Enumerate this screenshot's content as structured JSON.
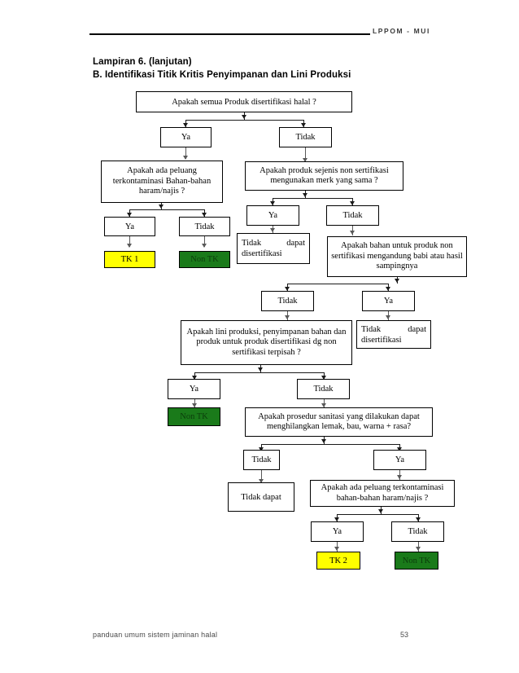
{
  "header": {
    "brand": "LPPOM - MUI"
  },
  "title": {
    "line1": "Lampiran 6. (lanjutan)",
    "line2": "B.  Identifikasi Titik Kritis Penyimpanan dan Lini Produksi"
  },
  "flow": {
    "q_root": "Apakah semua Produk disertifikasi halal ?",
    "n_root_ya": "Ya",
    "n_root_tidak": "Tidak",
    "q_left_kontaminasi": "Apakah ada peluang terkontaminasi Bahan-bahan haram/najis ?",
    "n_left_ya": "Ya",
    "n_left_tidak": "Tidak",
    "r_tk1": "TK 1",
    "r_nontk_1": "Non TK",
    "q_merk": "Apakah produk sejenis non sertifikasi mengunakan merk yang sama ?",
    "n_merk_ya": "Ya",
    "n_merk_tidak": "Tidak",
    "r_tidak_dapat_disertifikasi_1": "Tidak dapat disertifikasi",
    "q_babi": "Apakah bahan untuk produk non sertifikasi mengandung babi atau hasil sampingnya",
    "n_babi_tidak": "Tidak",
    "n_babi_ya": "Ya",
    "r_tidak_dapat_disertifikasi_2": "Tidak dapat disertifikasi",
    "q_lini": "Apakah lini produksi, penyimpanan bahan dan produk untuk produk disertifikasi dg non sertifikasi terpisah ?",
    "n_lini_ya": "Ya",
    "n_lini_tidak": "Tidak",
    "r_nontk_2": "Non TK",
    "q_sanitasi": "Apakah prosedur sanitasi yang dilakukan dapat menghilangkan lemak, bau, warna + rasa?",
    "n_sanitasi_tidak": "Tidak",
    "n_sanitasi_ya": "Ya",
    "r_tidak_dapat": "Tidak dapat",
    "q_kontaminasi2": "Apakah ada peluang terkontaminasi bahan-bahan haram/najis ?",
    "n_k2_ya": "Ya",
    "n_k2_tidak": "Tidak",
    "r_tk2": "TK 2",
    "r_nontk_3": "Non TK"
  },
  "footer": {
    "text": "panduan umum sistem jaminan halal",
    "page": "53"
  },
  "colors": {
    "critical_point": "#ffff00",
    "non_critical": "#1a7a1a",
    "rule": "#000000"
  }
}
